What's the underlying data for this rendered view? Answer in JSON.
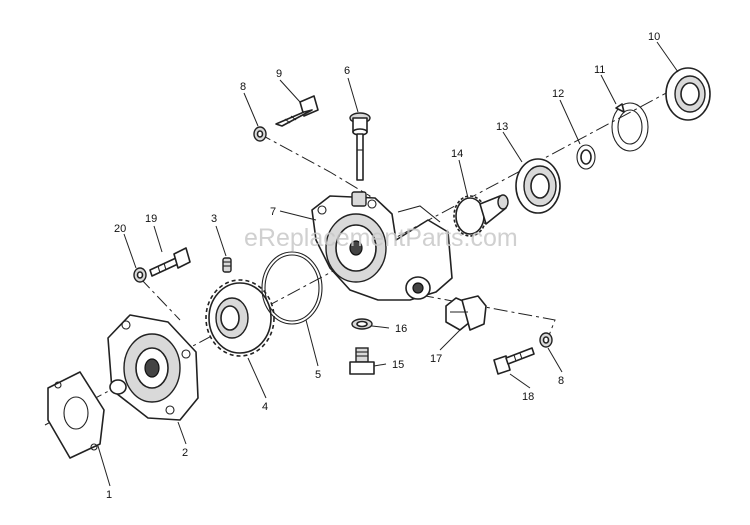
{
  "watermark": "eReplacementParts.com",
  "colors": {
    "line": "#222222",
    "shade": "#d9d9d9",
    "background": "#ffffff"
  },
  "callouts": [
    "1",
    "2",
    "3",
    "4",
    "5",
    "6",
    "7",
    "8",
    "8",
    "9",
    "10",
    "11",
    "12",
    "13",
    "14",
    "15",
    "16",
    "17",
    "18",
    "19",
    "20"
  ]
}
